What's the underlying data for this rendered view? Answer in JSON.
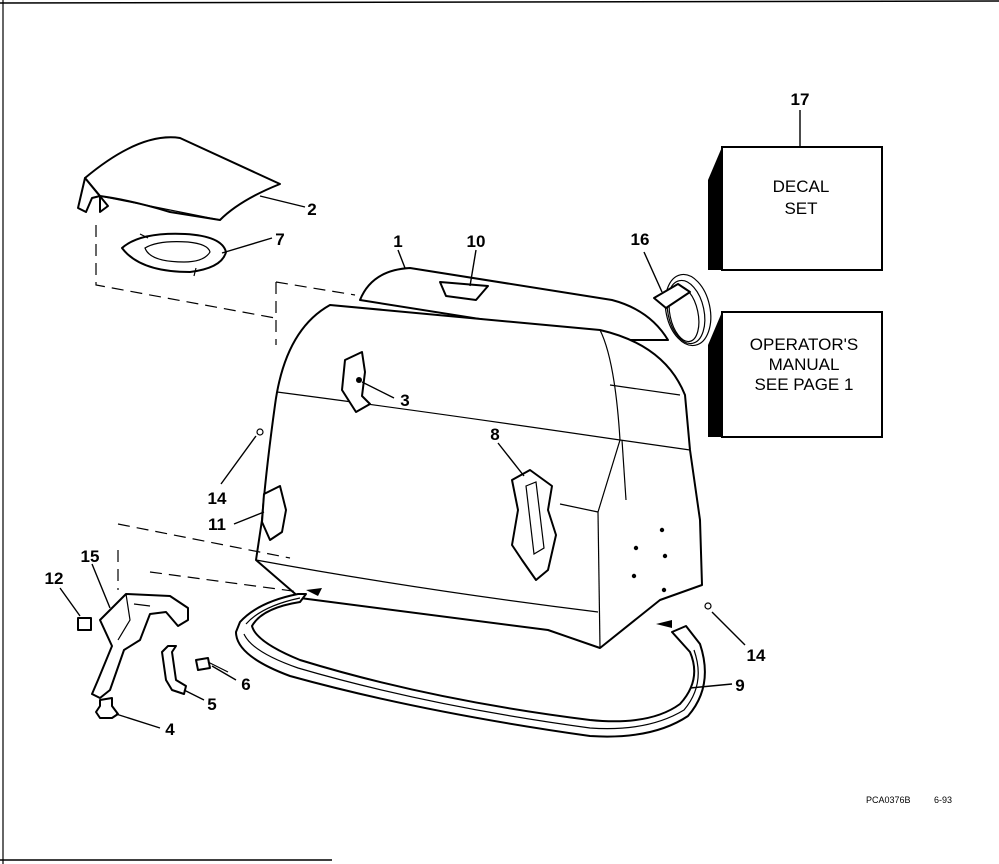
{
  "callouts": {
    "c1": "1",
    "c2": "2",
    "c3": "3",
    "c4": "4",
    "c5": "5",
    "c6": "6",
    "c7": "7",
    "c8": "8",
    "c9": "9",
    "c10": "10",
    "c11": "11",
    "c12": "12",
    "c14a": "14",
    "c14b": "14",
    "c15": "15",
    "c16": "16",
    "c17": "17"
  },
  "decal_box": {
    "line1": "DECAL",
    "line2": "SET"
  },
  "manual_box": {
    "line1": "OPERATOR'S",
    "line2": "MANUAL",
    "line3": "SEE PAGE 1"
  },
  "footer": {
    "code": "PCA0376B",
    "date": "6-93"
  }
}
